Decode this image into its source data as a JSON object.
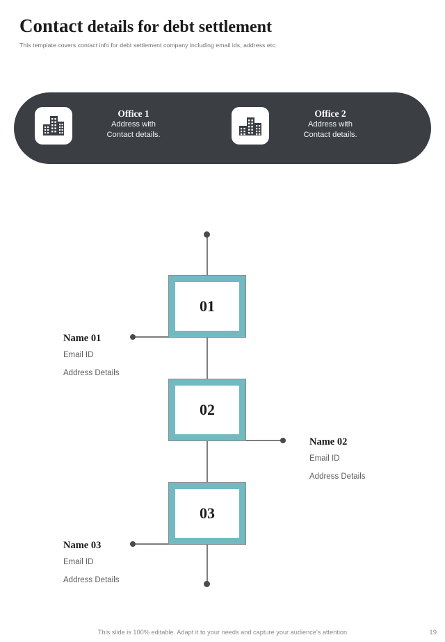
{
  "header": {
    "title_strong": "Contact",
    "title_rest": " details for debt settlement",
    "subtitle": "This template covers contact info for debt settlement company including email ids, address etc."
  },
  "banner": {
    "background_color": "#3b3f44",
    "offices": [
      {
        "icon": "office-building-icon",
        "name": "Office 1",
        "line1": "Address with",
        "line2": "Contact details."
      },
      {
        "icon": "office-building-icon",
        "name": "Office 2",
        "line1": "Address with",
        "line2": "Contact details."
      }
    ]
  },
  "timeline": {
    "accent_color": "#72b9c2",
    "line_color": "#7d7d7d",
    "dot_color": "#4b4b4b",
    "nodes": [
      {
        "number": "01",
        "side": "left",
        "name": "Name 01",
        "email": "Email ID",
        "address": "Address Details"
      },
      {
        "number": "02",
        "side": "right",
        "name": "Name 02",
        "email": "Email ID",
        "address": "Address Details"
      },
      {
        "number": "03",
        "side": "left",
        "name": "Name 03",
        "email": "Email ID",
        "address": "Address Details"
      }
    ]
  },
  "footer": {
    "note": "This slide is 100% editable. Adapt it to your needs and capture your audience's attention",
    "page_number": "19"
  }
}
